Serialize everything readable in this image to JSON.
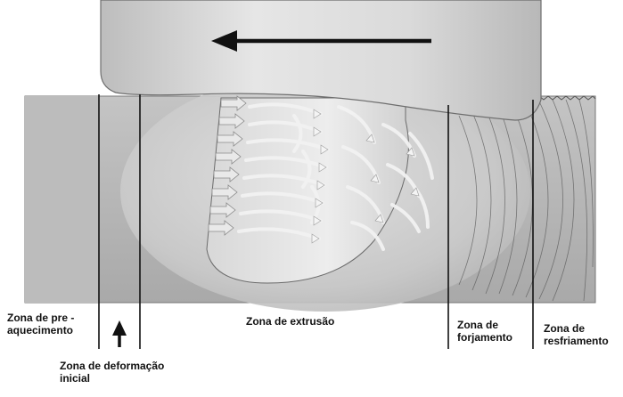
{
  "labels": {
    "preheating_line1": "Zona de pre -",
    "preheating_line2": "aquecimento",
    "extrusion": "Zona de extrusão",
    "forging_line1": "Zona de",
    "forging_line2": "forjamento",
    "cooling_line1": "Zona de",
    "cooling_line2": "resfriamento",
    "deformation_line1": "Zona de deformação",
    "deformation_line2": "inicial"
  },
  "colors": {
    "tool": "#d9d9d9",
    "workpiece": "#b5b5b5",
    "flow_arrows": "#e8e8e8",
    "lines": "#111111"
  },
  "icons": {
    "travel_direction": "arrow-left-icon",
    "deformation_pointer": "arrow-up-icon"
  }
}
